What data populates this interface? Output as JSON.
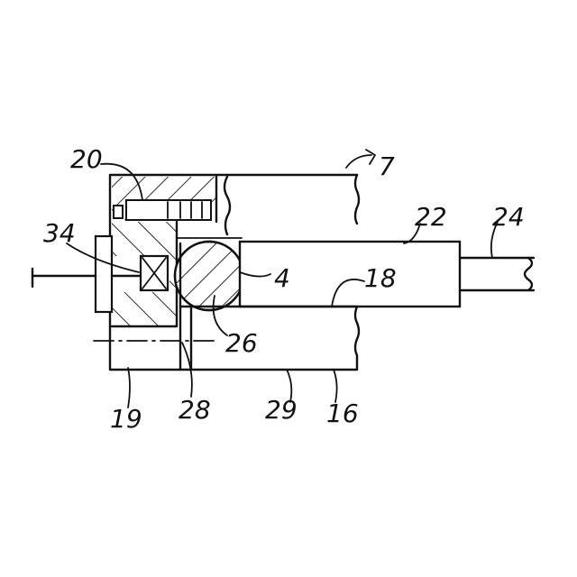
{
  "figure": {
    "labels": {
      "l7": "7",
      "l20": "20",
      "l22": "22",
      "l24": "24",
      "l34": "34",
      "l4": "4",
      "l18": "18",
      "l26": "26",
      "l19": "19",
      "l28": "28",
      "l29": "29",
      "l16": "16"
    }
  }
}
